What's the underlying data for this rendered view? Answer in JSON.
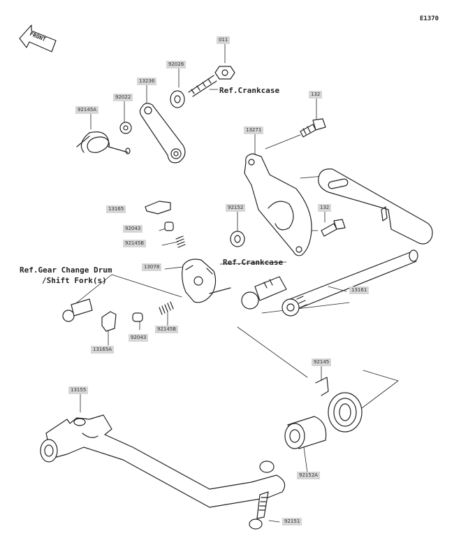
{
  "diagram_code": "E1370",
  "front_marker": "FRONT",
  "references": {
    "crankcase_1": "Ref.Crankcase",
    "crankcase_2": "Ref.Crankcase",
    "gear_change_drum_line1": "Ref.Gear Change Drum",
    "gear_change_drum_line2": "/Shift Fork(s)"
  },
  "parts": [
    {
      "id": "p011",
      "number": "011"
    },
    {
      "id": "p92026",
      "number": "92026"
    },
    {
      "id": "p13236",
      "number": "13236"
    },
    {
      "id": "p92022",
      "number": "92022"
    },
    {
      "id": "p92145A",
      "number": "92145A"
    },
    {
      "id": "p132a",
      "number": "132"
    },
    {
      "id": "p13271",
      "number": "13271"
    },
    {
      "id": "p13165",
      "number": "13165"
    },
    {
      "id": "p92043a",
      "number": "92043"
    },
    {
      "id": "p92145B_a",
      "number": "92145B"
    },
    {
      "id": "p92152",
      "number": "92152"
    },
    {
      "id": "p132b",
      "number": "132"
    },
    {
      "id": "p13078",
      "number": "13078"
    },
    {
      "id": "p13161",
      "number": "13161"
    },
    {
      "id": "p92043b",
      "number": "92043"
    },
    {
      "id": "p92145B_b",
      "number": "92145B"
    },
    {
      "id": "p13165A",
      "number": "13165A"
    },
    {
      "id": "p92145",
      "number": "92145"
    },
    {
      "id": "p13155",
      "number": "13155"
    },
    {
      "id": "p92152A",
      "number": "92152A"
    },
    {
      "id": "p92151",
      "number": "92151"
    }
  ]
}
